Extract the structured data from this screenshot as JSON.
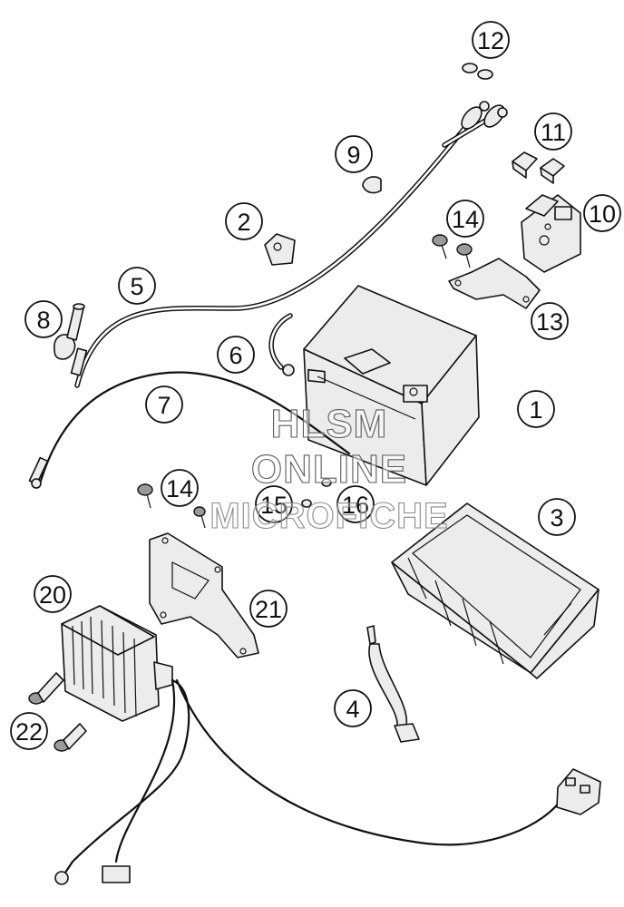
{
  "callouts": [
    {
      "id": "c1",
      "label": "1"
    },
    {
      "id": "c2",
      "label": "2"
    },
    {
      "id": "c3",
      "label": "3"
    },
    {
      "id": "c4",
      "label": "4"
    },
    {
      "id": "c5",
      "label": "5"
    },
    {
      "id": "c6",
      "label": "6"
    },
    {
      "id": "c7",
      "label": "7"
    },
    {
      "id": "c8",
      "label": "8"
    },
    {
      "id": "c9",
      "label": "9"
    },
    {
      "id": "c10",
      "label": "10"
    },
    {
      "id": "c11",
      "label": "11"
    },
    {
      "id": "c12",
      "label": "12"
    },
    {
      "id": "c13",
      "label": "13"
    },
    {
      "id": "c14a",
      "label": "14"
    },
    {
      "id": "c14b",
      "label": "14"
    },
    {
      "id": "c15",
      "label": "15"
    },
    {
      "id": "c16",
      "label": "16"
    },
    {
      "id": "c20",
      "label": "20"
    },
    {
      "id": "c21",
      "label": "21"
    },
    {
      "id": "c22",
      "label": "22"
    }
  ],
  "watermark": {
    "line1": "HLSM",
    "line2": "ONLINE",
    "line3": "MICROFICHE"
  }
}
